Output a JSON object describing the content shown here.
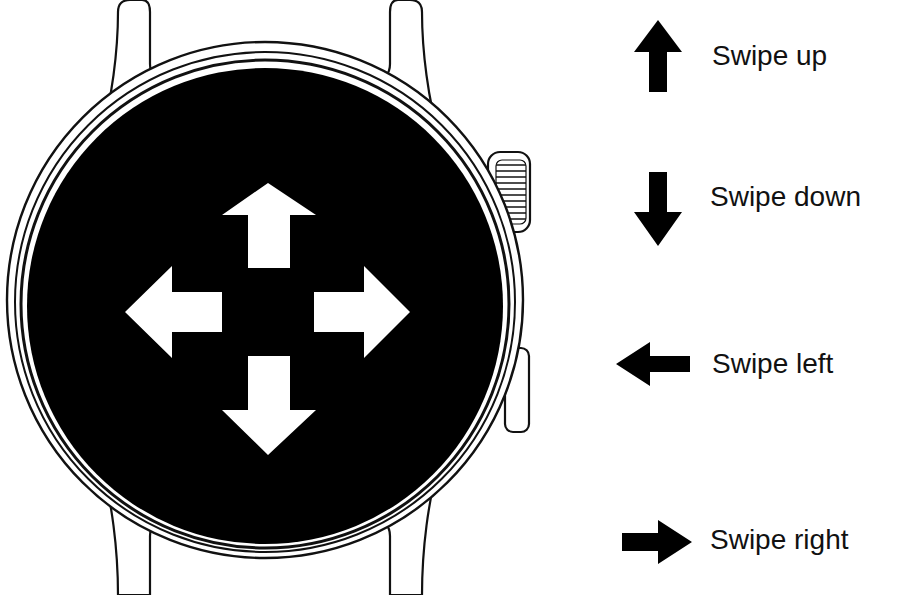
{
  "diagram": {
    "legend": [
      {
        "text": "Swipe up"
      },
      {
        "text": "Swipe down"
      },
      {
        "text": "Swipe left"
      },
      {
        "text": "Swipe right"
      }
    ]
  }
}
